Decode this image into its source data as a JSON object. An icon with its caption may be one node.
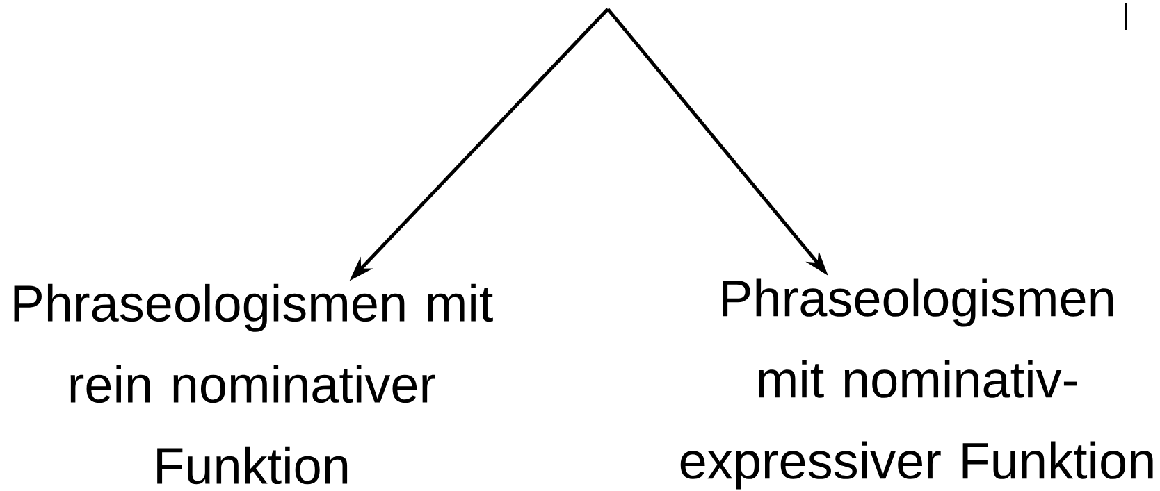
{
  "diagram": {
    "nodes": [
      {
        "text": [
          "Phraseologismen mit rein nominativer Funktion"
        ]
      },
      {
        "text": [
          "Phraseologismen mit nominativ- expressiver Funktion"
        ]
      }
    ],
    "edges": [
      {
        "from": null,
        "to": 0,
        "arrow": "to"
      },
      {
        "from": null,
        "to": 1,
        "arrow": "to"
      }
    ]
  }
}
